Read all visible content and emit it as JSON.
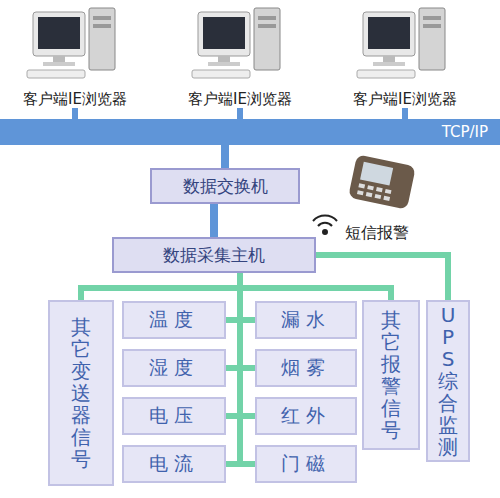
{
  "diagram": {
    "nodes": [
      {
        "text": [
          "TCP/IP"
        ]
      },
      {
        "text": [
          "数据交换机"
        ]
      },
      {
        "text": [
          "数据采集主机"
        ]
      },
      {
        "text": [
          "其它变送器信号"
        ]
      },
      {
        "text": [
          "温度"
        ]
      },
      {
        "text": [
          "湿度"
        ]
      },
      {
        "text": [
          "电压"
        ]
      },
      {
        "text": [
          "电流"
        ]
      },
      {
        "text": [
          "漏水"
        ]
      },
      {
        "text": [
          "烟雾"
        ]
      },
      {
        "text": [
          "红外"
        ]
      },
      {
        "text": [
          "门磁"
        ]
      },
      {
        "text": [
          "其它报警信号"
        ]
      },
      {
        "text": [
          "UPS综合监测"
        ]
      }
    ],
    "edges": [
      {
        "from": 0,
        "to": 1,
        "arrow": "none"
      },
      {
        "from": 1,
        "to": 2,
        "arrow": "none"
      },
      {
        "from": 2,
        "to": 3,
        "arrow": "none"
      },
      {
        "from": 2,
        "to": 4,
        "arrow": "none"
      },
      {
        "from": 2,
        "to": 5,
        "arrow": "none"
      },
      {
        "from": 2,
        "to": 6,
        "arrow": "none"
      },
      {
        "from": 2,
        "to": 7,
        "arrow": "none"
      },
      {
        "from": 2,
        "to": 8,
        "arrow": "none"
      },
      {
        "from": 2,
        "to": 9,
        "arrow": "none"
      },
      {
        "from": 2,
        "to": 10,
        "arrow": "none"
      },
      {
        "from": 2,
        "to": 11,
        "arrow": "none"
      },
      {
        "from": 2,
        "to": 12,
        "arrow": "none"
      },
      {
        "from": 2,
        "to": 13,
        "arrow": "none"
      }
    ],
    "labels": [
      "客户端IE浏览器",
      "客户端IE浏览器",
      "客户端IE浏览器",
      "短信报警"
    ]
  }
}
